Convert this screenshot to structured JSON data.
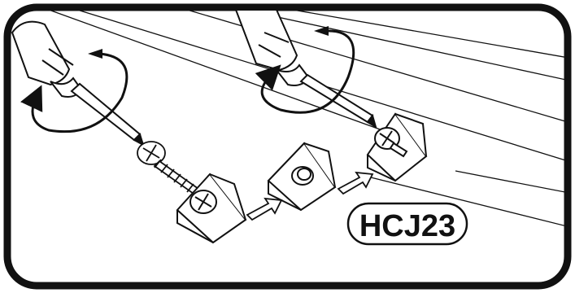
{
  "diagram": {
    "code_label": "HCJ23",
    "step_count": 2,
    "parts": [
      "screwdriver-left",
      "screwdriver-right",
      "wood-screw",
      "corner-block-with-screw",
      "corner-block-empty",
      "corner-block-mounted"
    ],
    "rotation_arrows": 2,
    "motion_arrows": 2
  }
}
